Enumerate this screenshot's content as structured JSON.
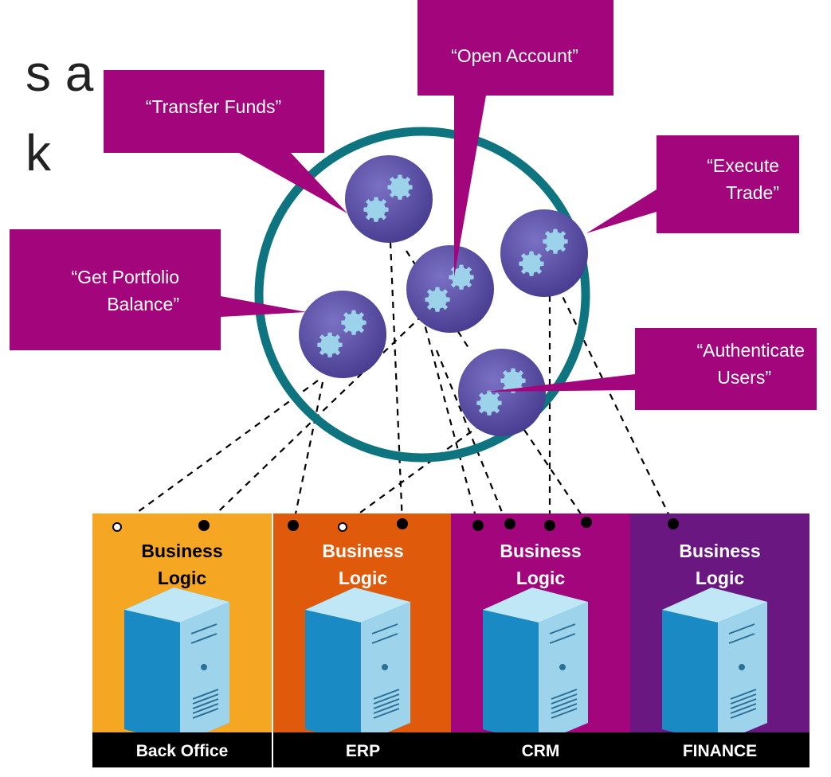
{
  "partial_text": {
    "line1": "s a",
    "line2": "k"
  },
  "callouts": [
    {
      "id": "transfer",
      "lines": [
        "“Transfer Funds”"
      ]
    },
    {
      "id": "open",
      "lines": [
        "“Open Account”"
      ]
    },
    {
      "id": "execute",
      "lines": [
        "“Execute",
        "Trade”"
      ]
    },
    {
      "id": "portfolio",
      "lines": [
        "“Get Portfolio",
        "Balance”"
      ]
    },
    {
      "id": "auth",
      "lines": [
        "“Authenticate",
        "Users”"
      ]
    }
  ],
  "systems": [
    {
      "id": "back-office",
      "title1": "Business",
      "title2": "Logic",
      "label": "Back Office",
      "color": "#F5A623",
      "title_color": "#000000"
    },
    {
      "id": "erp",
      "title1": "Business",
      "title2": "Logic",
      "label": "ERP",
      "color": "#E05A0C",
      "title_color": "#ffffff"
    },
    {
      "id": "crm",
      "title1": "Business",
      "title2": "Logic",
      "label": "CRM",
      "color": "#A3067C",
      "title_color": "#ffffff"
    },
    {
      "id": "finance",
      "title1": "Business",
      "title2": "Logic",
      "label": "FINANCE",
      "color": "#6B1782",
      "title_color": "#ffffff"
    }
  ],
  "colors": {
    "callout": "#A3067C",
    "ring": "#0E7480",
    "gear_ball": "#5A4FA6",
    "gear": "#9DD3EA",
    "label_bar": "#000000"
  },
  "icons": [
    "gear-icon",
    "server-icon"
  ]
}
